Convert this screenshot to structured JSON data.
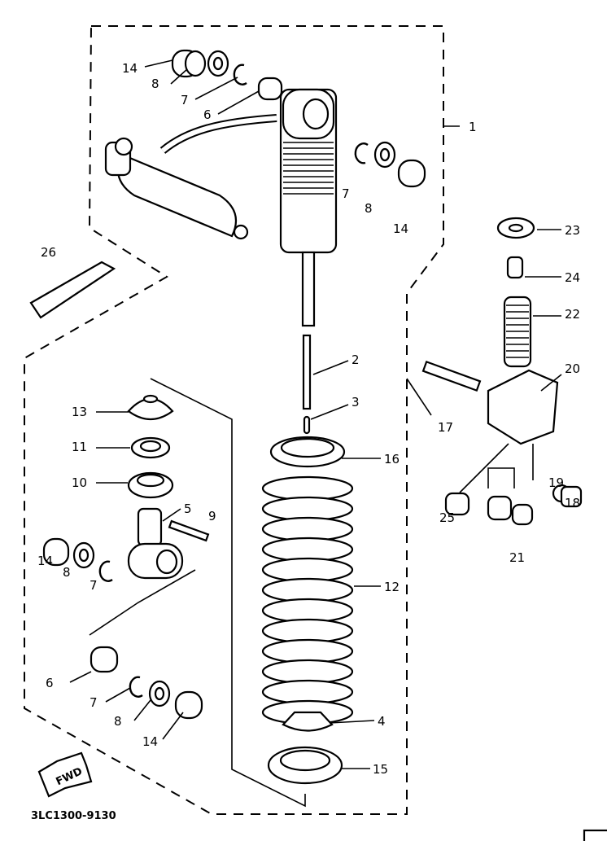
{
  "diagram": {
    "drawing_code": "3LC1300-9130",
    "fwd_arrow": "FWD",
    "callouts": [
      "14",
      "8",
      "7",
      "6",
      "1",
      "7",
      "8",
      "14",
      "23",
      "24",
      "22",
      "26",
      "2",
      "3",
      "20",
      "13",
      "17",
      "16",
      "11",
      "10",
      "5",
      "9",
      "19",
      "18",
      "25",
      "14",
      "8",
      "7",
      "21",
      "12",
      "6",
      "7",
      "8",
      "14",
      "4",
      "15"
    ]
  }
}
